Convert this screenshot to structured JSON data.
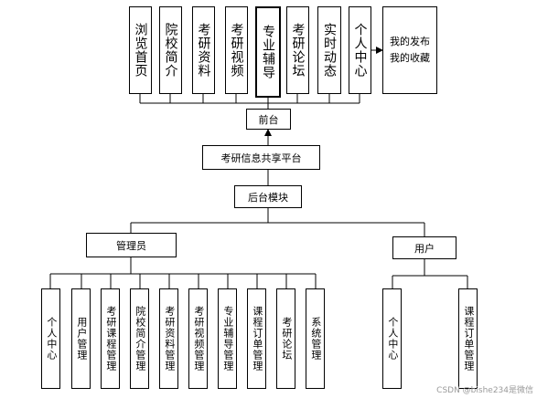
{
  "top_modules": [
    "浏览首页",
    "院校简介",
    "考研资料",
    "考研视频",
    "专业辅导",
    "考研论坛",
    "实时动态",
    "个人中心"
  ],
  "extra_box": [
    "我的发布",
    "我的收藏"
  ],
  "front_desk": "前台",
  "platform": "考研信息共享平台",
  "backend": "后台模块",
  "admin": "管理员",
  "user": "用户",
  "admin_modules": [
    "个人中心",
    "用户管理",
    "考研课程管理",
    "院校简介管理",
    "考研资料管理",
    "考研视频管理",
    "专业辅导管理",
    "课程订单管理",
    "考研论坛",
    "系统管理"
  ],
  "user_modules": [
    "个人中心",
    "课程订单管理"
  ],
  "watermark": "CSDN @bishe234是微信"
}
